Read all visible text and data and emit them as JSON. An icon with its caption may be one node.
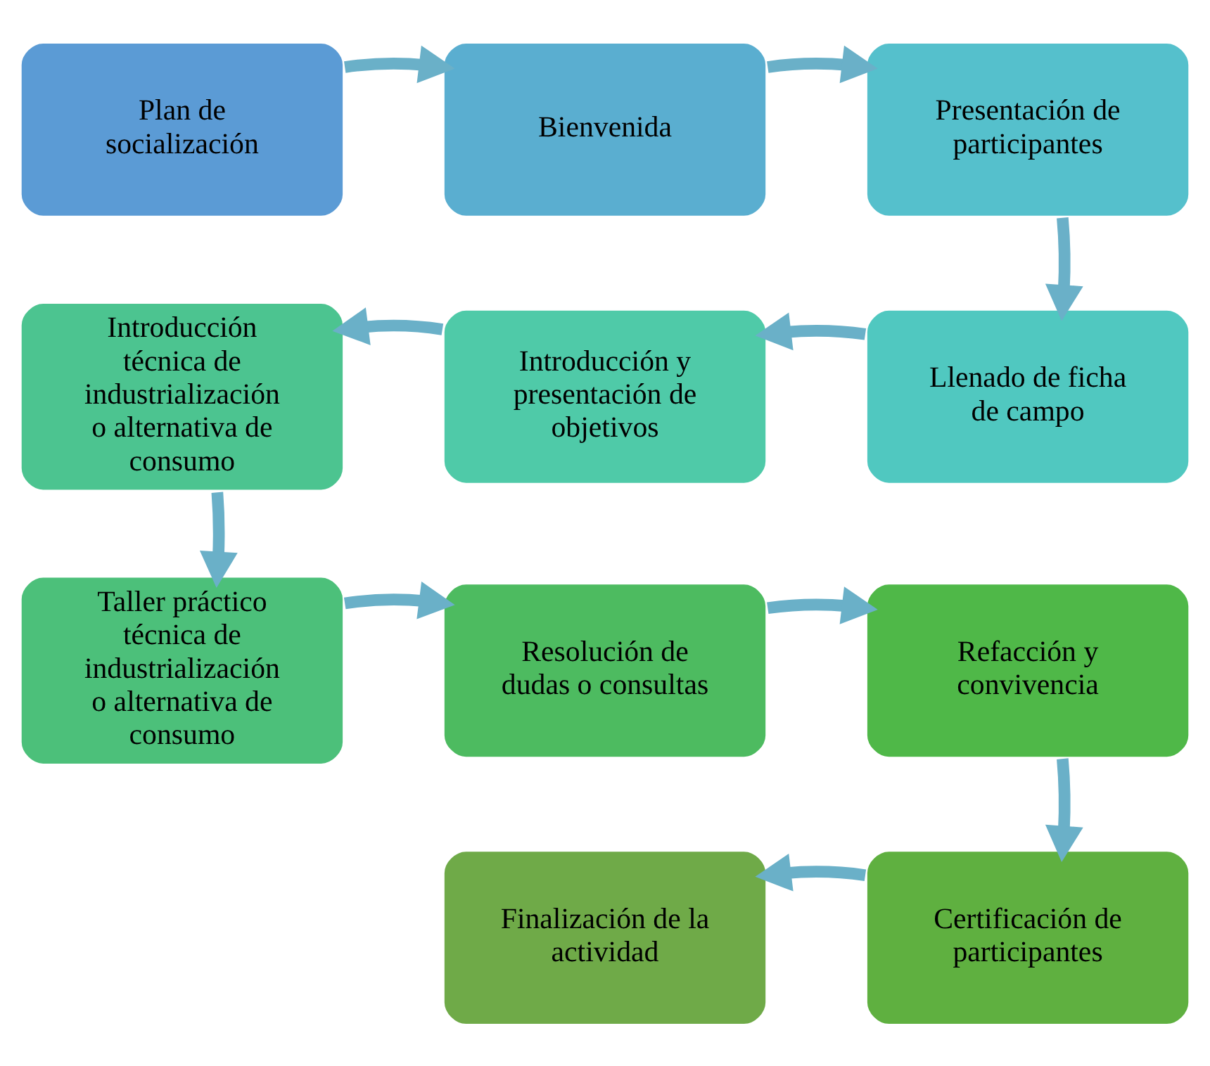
{
  "diagram": {
    "nodes": [
      {
        "text": [
          "Plan de socialización"
        ]
      },
      {
        "text": [
          "Bienvenida"
        ]
      },
      {
        "text": [
          "Presentación de participantes"
        ]
      },
      {
        "text": [
          "Introducción técnica de industrialización o alternativa de consumo"
        ]
      },
      {
        "text": [
          "Introducción y presentación de objetivos"
        ]
      },
      {
        "text": [
          "Llenado de ficha de campo"
        ]
      },
      {
        "text": [
          "Taller práctico técnica de industrialización o alternativa de consumo"
        ]
      },
      {
        "text": [
          "Resolución de dudas o consultas"
        ]
      },
      {
        "text": [
          "Refacción y convivencia"
        ]
      },
      {
        "text": [
          "Finalización de la actividad"
        ]
      },
      {
        "text": [
          "Certificación de participantes"
        ]
      }
    ],
    "edges": [
      {
        "from": 0,
        "to": 1,
        "arrow": "to"
      },
      {
        "from": 1,
        "to": 2,
        "arrow": "to"
      },
      {
        "from": 2,
        "to": 5,
        "arrow": "to"
      },
      {
        "from": 5,
        "to": 4,
        "arrow": "to"
      },
      {
        "from": 4,
        "to": 3,
        "arrow": "to"
      },
      {
        "from": 3,
        "to": 6,
        "arrow": "to"
      },
      {
        "from": 6,
        "to": 7,
        "arrow": "to"
      },
      {
        "from": 7,
        "to": 8,
        "arrow": "to"
      },
      {
        "from": 8,
        "to": 10,
        "arrow": "to"
      },
      {
        "from": 10,
        "to": 9,
        "arrow": "to"
      }
    ]
  }
}
